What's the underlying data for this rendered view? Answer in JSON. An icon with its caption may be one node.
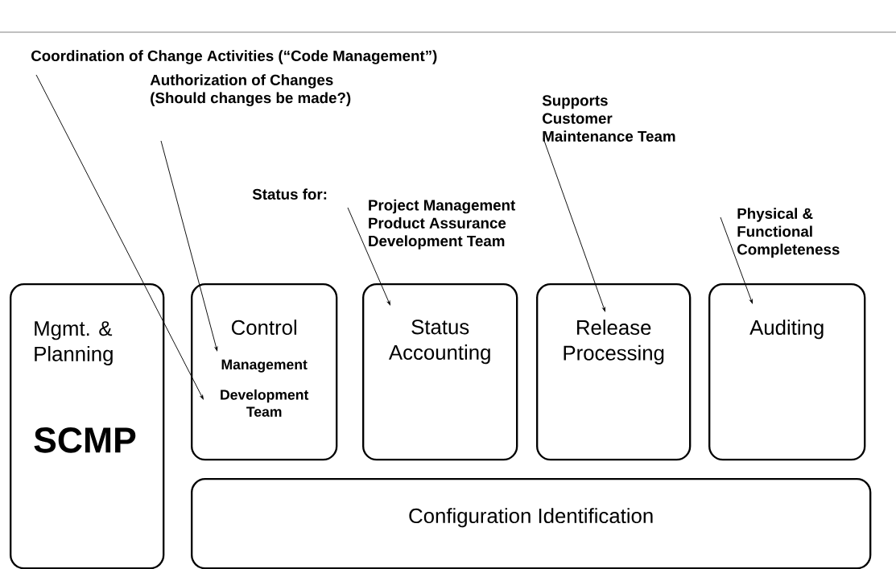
{
  "diagram": {
    "nodes": [
      {
        "text": [
          "Mgmt. & Planning",
          "SCMP"
        ]
      },
      {
        "text": [
          "Control",
          "Management",
          "Development Team"
        ]
      },
      {
        "text": [
          "Status Accounting"
        ]
      },
      {
        "text": [
          "Release Processing"
        ]
      },
      {
        "text": [
          "Auditing"
        ]
      },
      {
        "text": [
          "Configuration Identification"
        ]
      },
      {
        "text": [
          "Coordination of Change Activities (“Code Management”)"
        ]
      },
      {
        "text": [
          "Authorization of Changes (Should changes be made?)"
        ]
      },
      {
        "text": [
          "Status for:",
          "Project Management Product Assurance Development Team"
        ]
      },
      {
        "text": [
          "Supports Customer Maintenance Team"
        ]
      },
      {
        "text": [
          "Physical & Functional Completeness"
        ]
      }
    ],
    "edges": [
      {
        "from": 6,
        "to": 1,
        "arrow": "to"
      },
      {
        "from": 7,
        "to": 1,
        "arrow": "to"
      },
      {
        "from": 8,
        "to": 2,
        "arrow": "to"
      },
      {
        "from": 9,
        "to": 3,
        "arrow": "to"
      },
      {
        "from": 10,
        "to": 4,
        "arrow": "to"
      }
    ]
  }
}
